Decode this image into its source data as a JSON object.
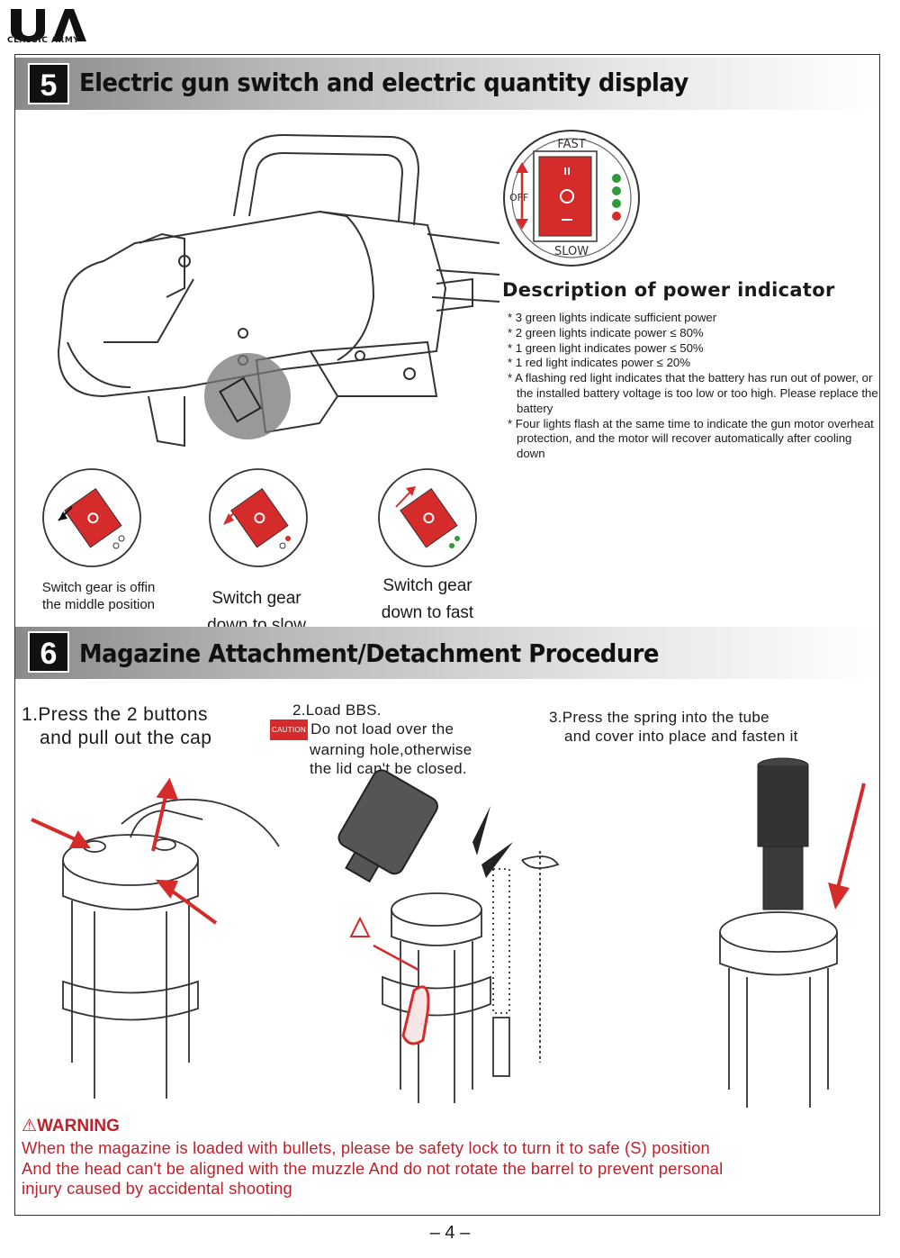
{
  "header": {
    "brand_text": "CLASSIC ARMY"
  },
  "section5": {
    "number": "5",
    "title": "Electric gun switch and electric quantity display",
    "switch_labels": {
      "fast": "FAST",
      "off": "OFF",
      "slow": "SLOW"
    },
    "power_title": "Description of power indicator",
    "power_items": [
      "3 green lights indicate sufficient power",
      "2 green lights indicate power ≤ 80%",
      "1  green light indicates power ≤ 50%",
      "1 red light indicates power ≤ 20%",
      "A flashing red light indicates that the battery has run out of power, or the installed battery voltage is too low or too high. Please replace the battery",
      "Four lights flash at the same time to indicate the gun motor overheat protection, and the motor will recover automatically after cooling down"
    ],
    "captions": {
      "middle": [
        "Switch gear is offin",
        "the middle position"
      ],
      "slow": [
        "Switch gear",
        "down to slow"
      ],
      "fast": [
        "Switch gear",
        "down to fast"
      ]
    }
  },
  "section6": {
    "number": "6",
    "title": "Magazine Attachment/Detachment Procedure",
    "step1": [
      "1.Press the 2 buttons",
      "and pull out the cap"
    ],
    "step2": {
      "line1": "2.Load BBS.",
      "caution_label": "CAUTION",
      "lines": [
        "Do not load over the",
        "warning hole,otherwise",
        "the lid can't be closed."
      ]
    },
    "step3": [
      "3.Press the spring into the tube",
      "and cover into place and fasten it"
    ]
  },
  "warning": {
    "title": "WARNING",
    "lines": [
      "When the magazine is loaded with bullets, please be safety lock to turn it to  safe (S) position",
      "And the head can't be aligned with the muzzle And do not rotate the barrel to prevent personal",
      "injury caused by accidental shooting"
    ]
  },
  "footer": {
    "page": "– 4 –"
  },
  "colors": {
    "accent_red": "#d52b2b",
    "warning_red": "#c0202a",
    "green_led": "#2e9a3a"
  }
}
